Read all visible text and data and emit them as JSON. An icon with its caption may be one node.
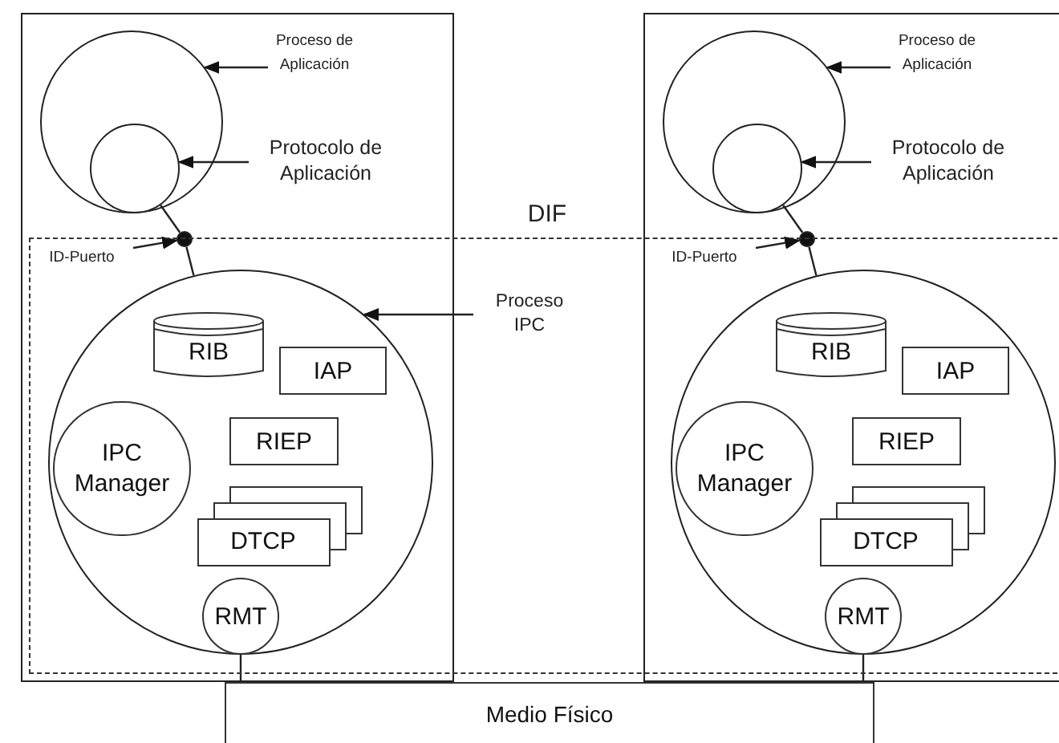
{
  "diagram": {
    "nodes": [
      {
        "text": [],
        "shape": "box"
      },
      {
        "text": [],
        "shape": "circle",
        "in": 0
      },
      {
        "text": [],
        "shape": "circle",
        "in": 1
      },
      {
        "text": [],
        "shape": "circle",
        "in": 0
      },
      {
        "text": [],
        "shape": "circle",
        "in": 0
      },
      {
        "text": [
          "RIB"
        ],
        "in": 4
      },
      {
        "text": [
          "IAP"
        ],
        "in": 4
      },
      {
        "text": [
          "IPC Manager"
        ],
        "in": 4
      },
      {
        "text": [
          "RIEP"
        ],
        "in": 4
      },
      {
        "text": [
          "DTCP"
        ],
        "in": 4
      },
      {
        "text": [
          "RMT"
        ],
        "in": 4
      },
      {
        "text": [
          "Proceso de Aplicación"
        ],
        "in": 0
      },
      {
        "text": [
          "Protocolo de Aplicación"
        ],
        "in": 0
      },
      {
        "text": [
          "ID-Puerto"
        ],
        "in": 0
      },
      {
        "text": [
          "Proceso IPC"
        ]
      },
      {
        "text": [],
        "shape": "box"
      },
      {
        "text": [],
        "shape": "circle",
        "in": 15
      },
      {
        "text": [],
        "shape": "circle",
        "in": 16
      },
      {
        "text": [],
        "shape": "circle",
        "in": 15
      },
      {
        "text": [],
        "shape": "circle",
        "in": 15
      },
      {
        "text": [
          "RIB"
        ],
        "in": 19
      },
      {
        "text": [
          "IAP"
        ],
        "in": 19
      },
      {
        "text": [
          "IPC Manager"
        ],
        "in": 19
      },
      {
        "text": [
          "RIEP"
        ],
        "in": 19
      },
      {
        "text": [
          "DTCP"
        ],
        "in": 19
      },
      {
        "text": [
          "RMT"
        ],
        "in": 19
      },
      {
        "text": [
          "Proceso de Aplicación"
        ],
        "in": 15
      },
      {
        "text": [
          "Protocolo de Aplicación"
        ],
        "in": 15
      },
      {
        "text": [
          "ID-Puerto"
        ],
        "in": 15
      },
      {
        "text": [
          "DIF"
        ]
      },
      {
        "text": [
          "Medio Físico"
        ]
      }
    ],
    "edges": [
      {
        "from": 11,
        "to": 1,
        "arrow": "to"
      },
      {
        "from": 12,
        "to": 2,
        "arrow": "to"
      },
      {
        "from": 13,
        "to": 3,
        "arrow": "to"
      },
      {
        "from": 14,
        "to": 4,
        "arrow": "to"
      },
      {
        "from": 2,
        "to": 3,
        "arrow": "none"
      },
      {
        "from": 3,
        "to": 4,
        "arrow": "none"
      },
      {
        "from": 10,
        "to": 30,
        "arrow": "none"
      },
      {
        "from": 26,
        "to": 16,
        "arrow": "to"
      },
      {
        "from": 27,
        "to": 17,
        "arrow": "to"
      },
      {
        "from": 28,
        "to": 18,
        "arrow": "to"
      },
      {
        "from": 17,
        "to": 18,
        "arrow": "none"
      },
      {
        "from": 18,
        "to": 19,
        "arrow": "none"
      },
      {
        "from": 25,
        "to": 30,
        "arrow": "none"
      }
    ]
  }
}
